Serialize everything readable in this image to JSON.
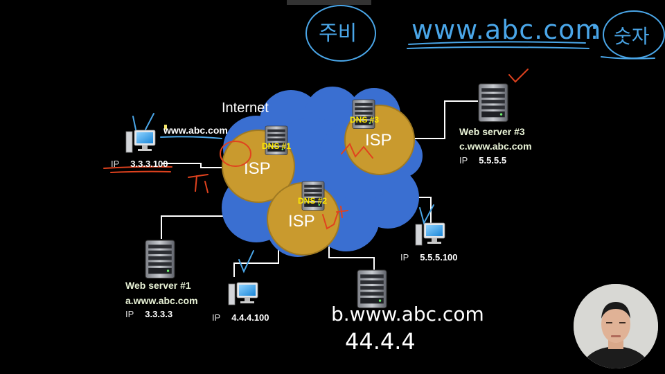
{
  "title_internet": "Internet",
  "handwriting": {
    "top_left": "주비",
    "top_url": "www.abc.com",
    "top_colon": ":",
    "top_right": "숫자",
    "bottom_domain": "b.www.abc.com",
    "bottom_ip": "44.4.4"
  },
  "isps": [
    {
      "label": "ISP"
    },
    {
      "label": "ISP"
    },
    {
      "label": "ISP"
    }
  ],
  "dns": [
    {
      "label": "DNS #1"
    },
    {
      "label": "DNS #2"
    },
    {
      "label": "DNS #3"
    }
  ],
  "client_main": {
    "domain_label": "www.abc.com",
    "ip_label": "IP",
    "ip": "3.3.3.100"
  },
  "client_mid": {
    "ip_label": "IP",
    "ip": "4.4.4.100"
  },
  "client_right": {
    "ip_label": "IP",
    "ip": "5.5.5.100"
  },
  "web_server_1": {
    "name": "Web server #1",
    "host": "a.www.abc.com",
    "ip_label": "IP",
    "ip": "3.3.3.3"
  },
  "web_server_3": {
    "name": "Web server #3",
    "host": "c.www.abc.com",
    "ip_label": "IP",
    "ip": "5.5.5.5"
  },
  "colors": {
    "cloud": "#3a6fd1",
    "isp": "#c99a2e",
    "dns_label": "#ffea00",
    "ink_blue": "#4aa6e8",
    "ink_red": "#e0421e",
    "line": "#ffffff"
  }
}
